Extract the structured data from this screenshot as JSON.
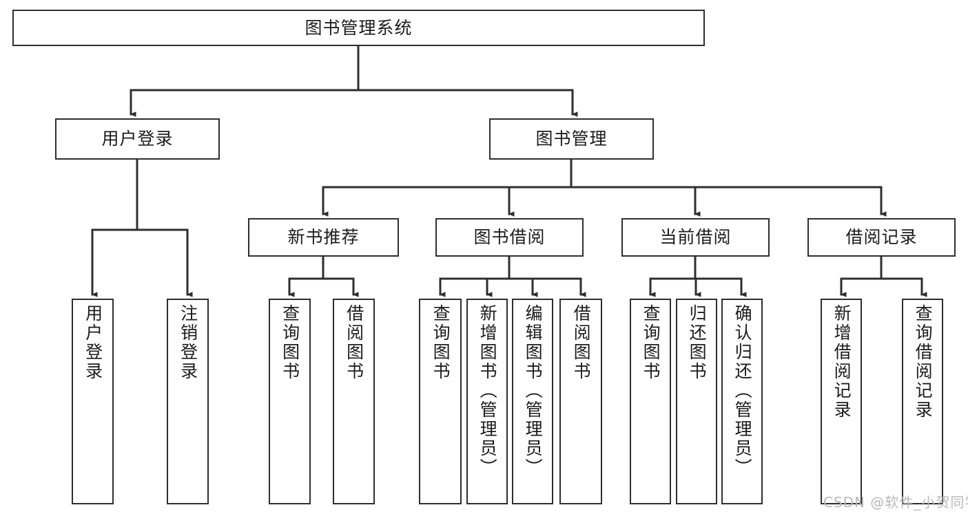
{
  "diagram": {
    "title": "图书管理系统",
    "type": "tree-hierarchy",
    "orientation": "top-down",
    "colors": {
      "node_border": "#2e2e2e",
      "node_fill": "#ffffff",
      "edge": "#2e2e2e",
      "text": "#1c1c1c",
      "watermark": "#b9b9b9",
      "background": "#ffffff"
    }
  },
  "root": {
    "label": "图书管理系统"
  },
  "level2": [
    {
      "id": "user-login",
      "label": "用户登录"
    },
    {
      "id": "book-management",
      "label": "图书管理"
    }
  ],
  "level3": [
    {
      "id": "new-book-recommend",
      "label": "新书推荐",
      "parent": "book-management"
    },
    {
      "id": "book-borrow",
      "label": "图书借阅",
      "parent": "book-management"
    },
    {
      "id": "current-borrow",
      "label": "当前借阅",
      "parent": "book-management"
    },
    {
      "id": "borrow-record",
      "label": "借阅记录",
      "parent": "book-management"
    }
  ],
  "leaves": {
    "user_login": [
      {
        "id": "leaf-user-login",
        "label": "用户登录"
      },
      {
        "id": "leaf-logout",
        "label": "注销登录"
      }
    ],
    "new_book_recommend": [
      {
        "id": "leaf-query-book-1",
        "label": "查询图书"
      },
      {
        "id": "leaf-borrow-book-1",
        "label": "借阅图书"
      }
    ],
    "book_borrow": [
      {
        "id": "leaf-query-book-2",
        "label": "查询图书"
      },
      {
        "id": "leaf-add-book",
        "label": "新增图书（管理员）"
      },
      {
        "id": "leaf-edit-book",
        "label": "编辑图书（管理员）"
      },
      {
        "id": "leaf-borrow-book-2",
        "label": "借阅图书"
      }
    ],
    "current_borrow": [
      {
        "id": "leaf-query-book-3",
        "label": "查询图书"
      },
      {
        "id": "leaf-return-book",
        "label": "归还图书"
      },
      {
        "id": "leaf-confirm-return",
        "label": "确认归还（管理员）"
      }
    ],
    "borrow_record": [
      {
        "id": "leaf-add-record",
        "label": "新增借阅记录"
      },
      {
        "id": "leaf-query-record",
        "label": "查询借阅记录"
      }
    ]
  },
  "watermark": {
    "text": "CSDN @软件_小贺同学"
  }
}
